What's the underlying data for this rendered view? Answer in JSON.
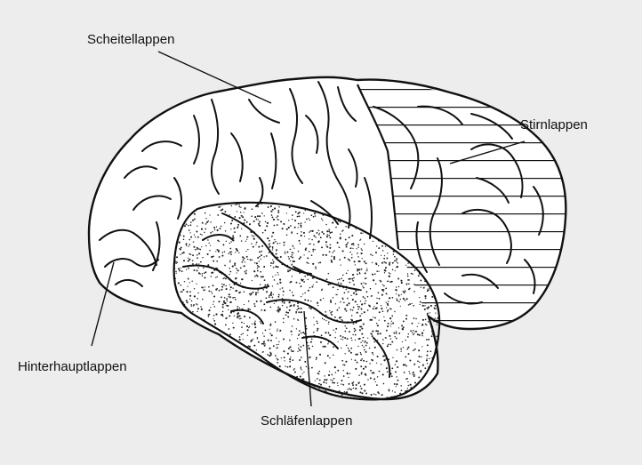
{
  "labels": {
    "parietal": "Scheitellappen",
    "frontal": "Stirnlappen",
    "occipital": "Hinterhauptlappen",
    "temporal": "Schläfenlappen"
  },
  "colors": {
    "background": "#ededed",
    "brain_fill": "#ffffff",
    "outline": "#111111",
    "stipple": "#222222"
  }
}
